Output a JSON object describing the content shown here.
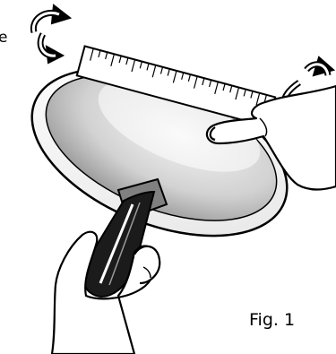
{
  "edge_text": "e",
  "figure_label": "Fig. 1",
  "colors": {
    "outline": "#000000",
    "pan_rim": "#ffffff",
    "pan_inner_light": "#f2f2f2",
    "pan_inner_dark": "#8c8c8c",
    "handle": "#1a1a1a",
    "handle_plate": "#7f7f7f",
    "ruler": "#ffffff",
    "skin": "#ffffff"
  },
  "icons": [
    "rotate-arrow-icon-left",
    "rotate-arrow-icon-right"
  ]
}
